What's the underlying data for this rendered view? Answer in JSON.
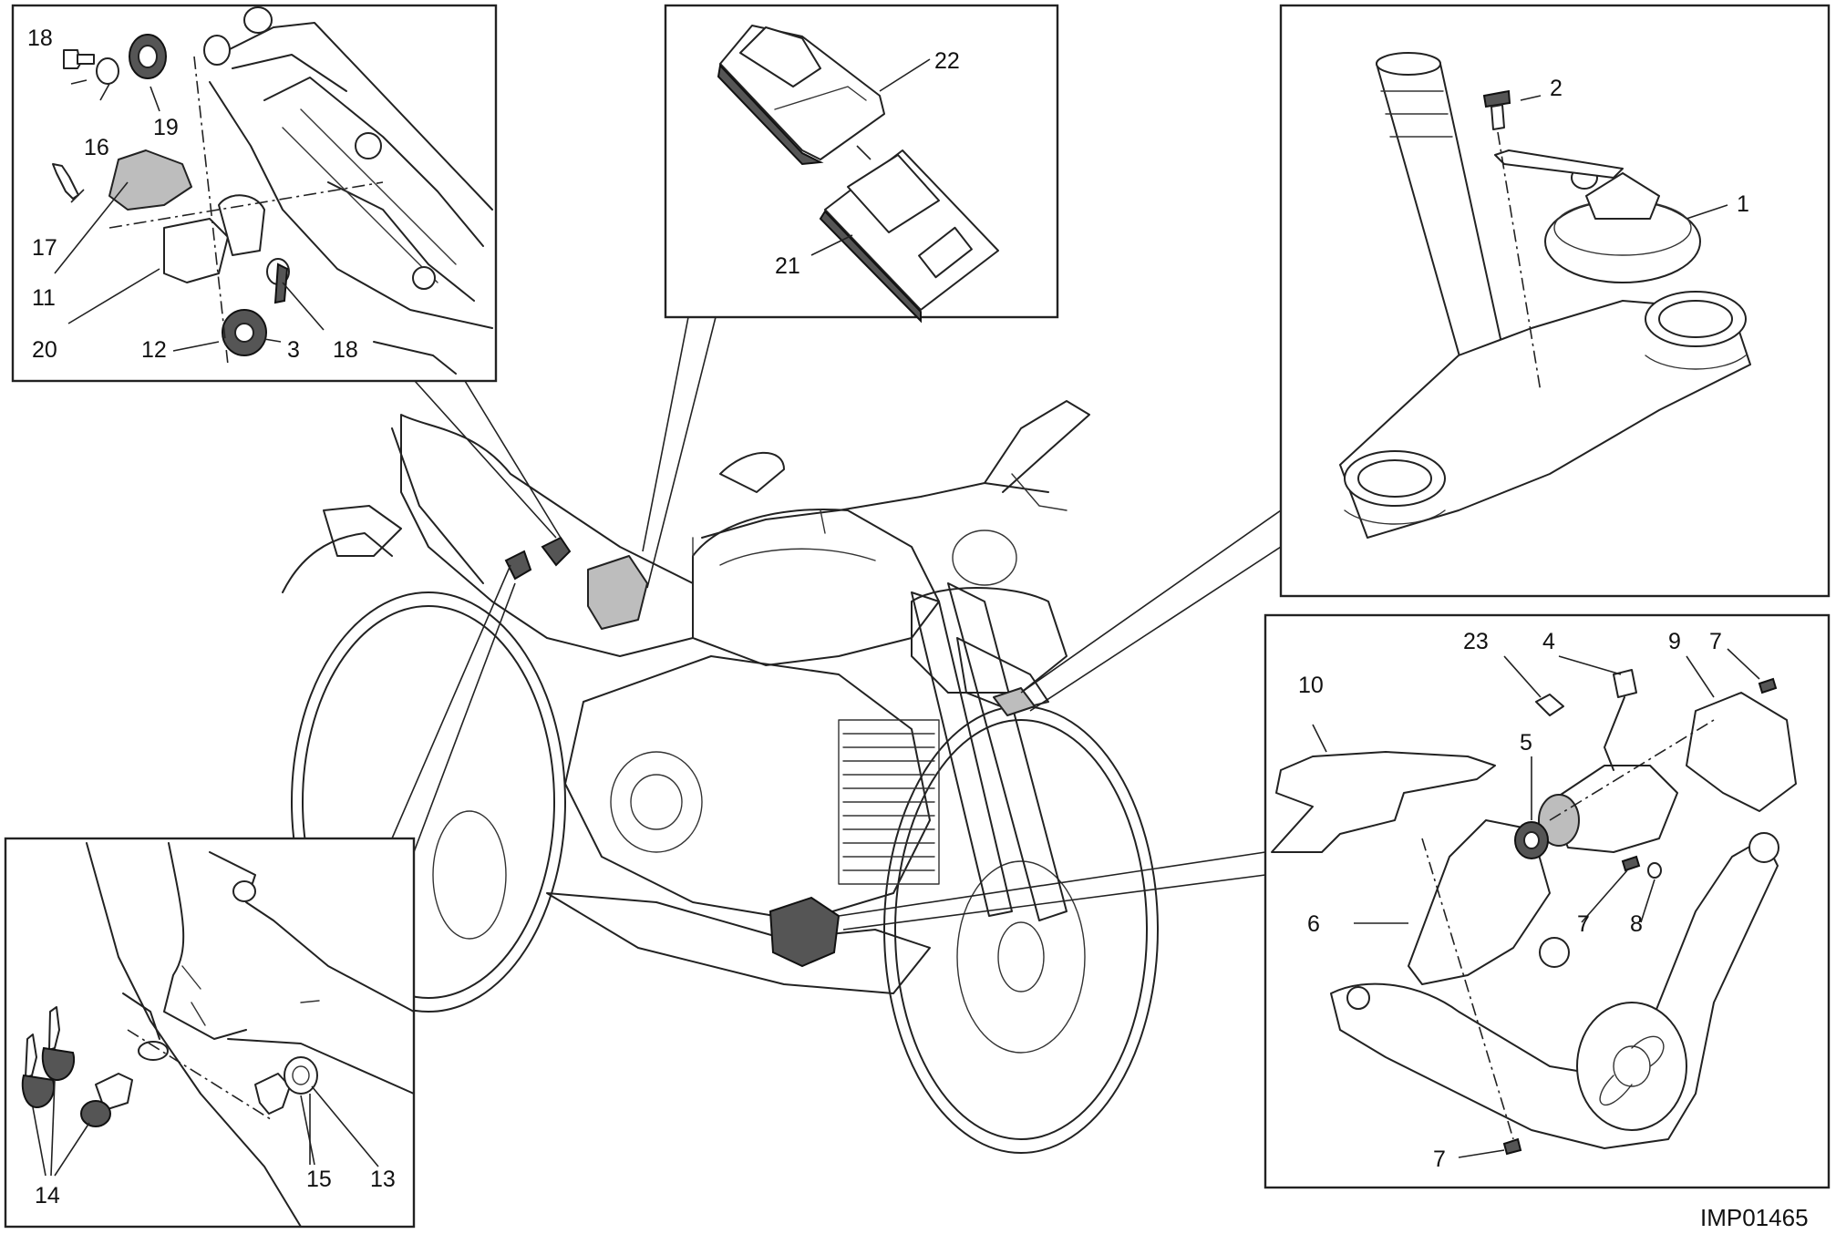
{
  "drawing_code": "IMP01465",
  "callouts": {
    "c1": "1",
    "c2": "2",
    "c3": "3",
    "c4": "4",
    "c5": "5",
    "c6": "6",
    "c7": "7",
    "c8": "8",
    "c9": "9",
    "c10": "10",
    "c11": "11",
    "c12": "12",
    "c13": "13",
    "c14": "14",
    "c15": "15",
    "c16": "16",
    "c17": "17",
    "c18": "18",
    "c19": "19",
    "c20": "20",
    "c21": "21",
    "c22": "22",
    "c23": "23"
  }
}
